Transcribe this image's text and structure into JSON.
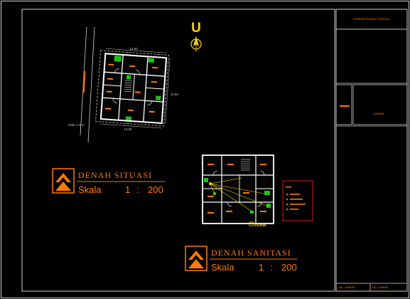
{
  "north": {
    "letter": "U"
  },
  "situasi": {
    "dim_top": "14.50",
    "dim_right": "11.50",
    "dim_bottom": "13.00",
    "gsb": "GSB +/-5 m",
    "title": "DENAH SITUASI",
    "scale_label": "Skala",
    "scale_num": "1",
    "scale_sep": ":",
    "scale_den": "200"
  },
  "sanitasi": {
    "title": "DENAH SANITASI",
    "scale_label": "Skala",
    "scale_num": "1",
    "scale_sep": ":",
    "scale_den": "200",
    "pdam_label": "PDAM"
  },
  "titleblock": {
    "header": "GAMBAR RUMAH TINGGAL",
    "mid_label": "GAMBAR",
    "footer_left": "JML. LEMBAR",
    "footer_right": "NO. LEMBAR"
  },
  "colors": {
    "frame": "#cfcfcf",
    "accent": "#ff7a00",
    "wall": "#ffffff",
    "green": "#19c419",
    "yellow": "#ffd400"
  }
}
